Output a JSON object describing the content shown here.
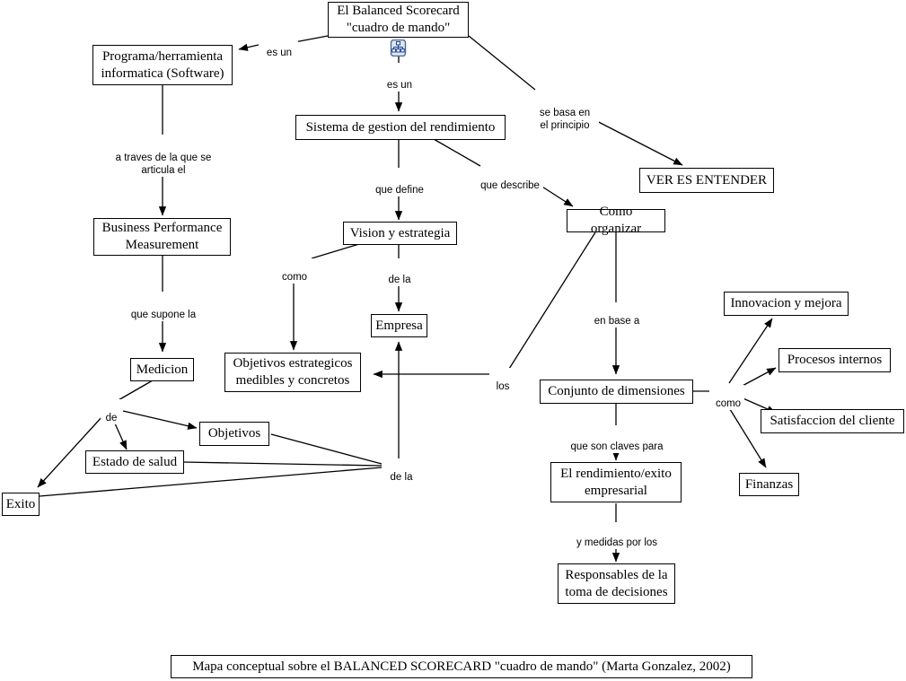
{
  "diagram": {
    "title_caption": "Mapa conceptual sobre el BALANCED SCORECARD \"cuadro de mando\" (Marta Gonzalez, 2002)",
    "badge_icon": "concept-map-icon",
    "colors": {
      "background": "#ffffff",
      "line": "#000000",
      "node_border": "#000000",
      "text": "#000000",
      "badge_border": "#4a6a9a",
      "badge_fill": "#dfe6ef",
      "badge_glyph": "#1c3f94"
    },
    "nodes": [
      {
        "id": "root",
        "label": "El Balanced Scorecard\n\"cuadro de mando\""
      },
      {
        "id": "programa",
        "label": "Programa/herramienta\ninformatica (Software)"
      },
      {
        "id": "sistema",
        "label": "Sistema de gestion del rendimiento"
      },
      {
        "id": "ver",
        "label": "VER ES ENTENDER"
      },
      {
        "id": "bpm",
        "label": "Business Performance\nMeasurement"
      },
      {
        "id": "vision",
        "label": "Vision y estrategia"
      },
      {
        "id": "organizar",
        "label": "Como organizar"
      },
      {
        "id": "empresa",
        "label": "Empresa"
      },
      {
        "id": "medicion",
        "label": "Medicion"
      },
      {
        "id": "objest",
        "label": "Objetivos estrategicos\nmedibles y concretos"
      },
      {
        "id": "conjunto",
        "label": "Conjunto de dimensiones"
      },
      {
        "id": "innovacion",
        "label": "Innovacion y mejora"
      },
      {
        "id": "procesos",
        "label": "Procesos internos"
      },
      {
        "id": "satisf",
        "label": "Satisfaccion del cliente"
      },
      {
        "id": "objetivos",
        "label": "Objetivos"
      },
      {
        "id": "estado",
        "label": "Estado de salud"
      },
      {
        "id": "finanzas",
        "label": "Finanzas"
      },
      {
        "id": "exito",
        "label": "Exito"
      },
      {
        "id": "rendimiento",
        "label": "El rendimiento/exito\nempresarial"
      },
      {
        "id": "responsables",
        "label": "Responsables de la\ntoma de decisiones"
      }
    ],
    "link_labels": [
      {
        "id": "l_esun_left",
        "text": "es un"
      },
      {
        "id": "l_esun_down",
        "text": "es un"
      },
      {
        "id": "l_sebasa",
        "text": "se basa en\nel principio"
      },
      {
        "id": "l_atraves",
        "text": "a traves de la que se\narticula el"
      },
      {
        "id": "l_quedefine",
        "text": "que define"
      },
      {
        "id": "l_quedescribe",
        "text": "que describe"
      },
      {
        "id": "l_como1",
        "text": "como"
      },
      {
        "id": "l_dela1",
        "text": "de la"
      },
      {
        "id": "l_quesupone",
        "text": "que supone la"
      },
      {
        "id": "l_enbasea",
        "text": "en base a"
      },
      {
        "id": "l_de",
        "text": "de"
      },
      {
        "id": "l_los",
        "text": "los"
      },
      {
        "id": "l_como2",
        "text": "como"
      },
      {
        "id": "l_dela2",
        "text": "de la"
      },
      {
        "id": "l_claves",
        "text": "que son claves para"
      },
      {
        "id": "l_medidas",
        "text": "y medidas por los"
      }
    ]
  }
}
